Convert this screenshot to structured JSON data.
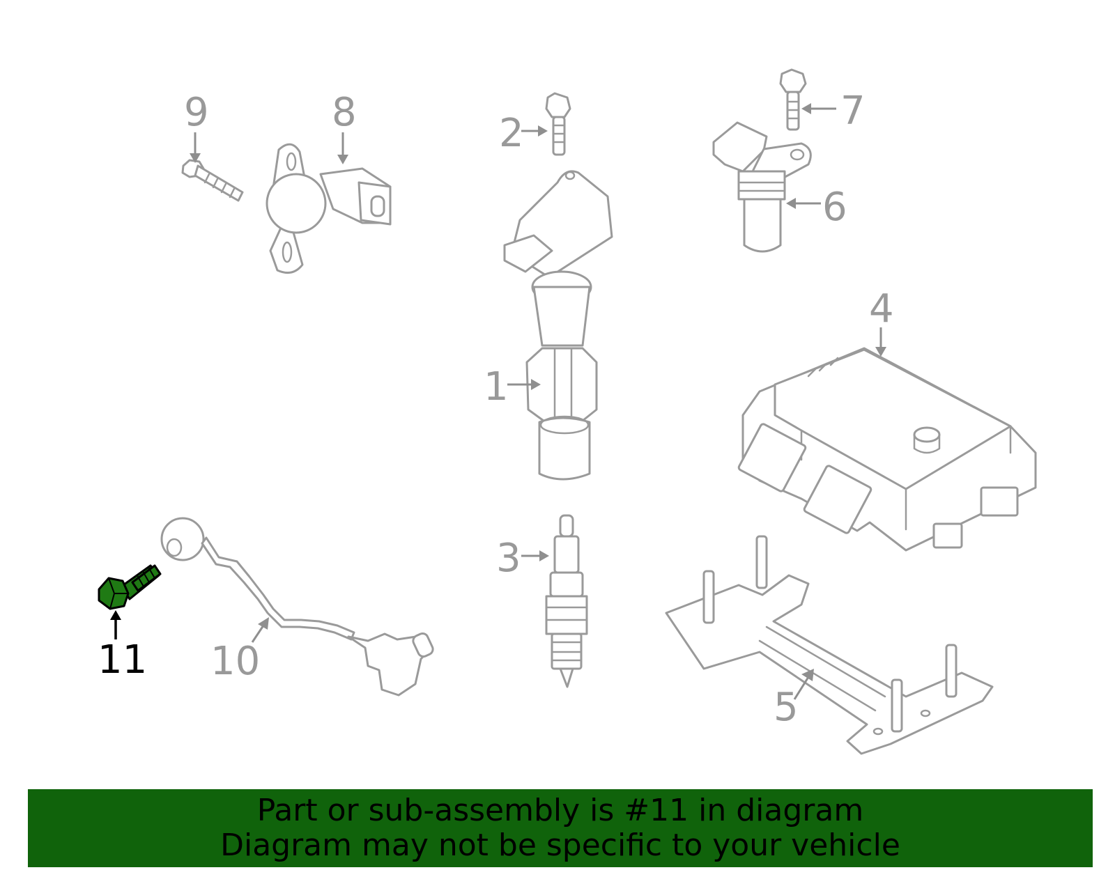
{
  "diagram": {
    "highlight_color": "#1f7a14",
    "part_stroke_color": "#9a9a9a",
    "callouts": [
      {
        "id": "1",
        "label": "1"
      },
      {
        "id": "2",
        "label": "2"
      },
      {
        "id": "3",
        "label": "3"
      },
      {
        "id": "4",
        "label": "4"
      },
      {
        "id": "5",
        "label": "5"
      },
      {
        "id": "6",
        "label": "6"
      },
      {
        "id": "7",
        "label": "7"
      },
      {
        "id": "8",
        "label": "8"
      },
      {
        "id": "9",
        "label": "9"
      },
      {
        "id": "10",
        "label": "10"
      },
      {
        "id": "11",
        "label": "11",
        "highlighted": true
      }
    ]
  },
  "banner": {
    "background": "#10630b",
    "line1": "Part or sub-assembly is #11 in diagram",
    "line2": "Diagram may not be specific to your vehicle"
  }
}
